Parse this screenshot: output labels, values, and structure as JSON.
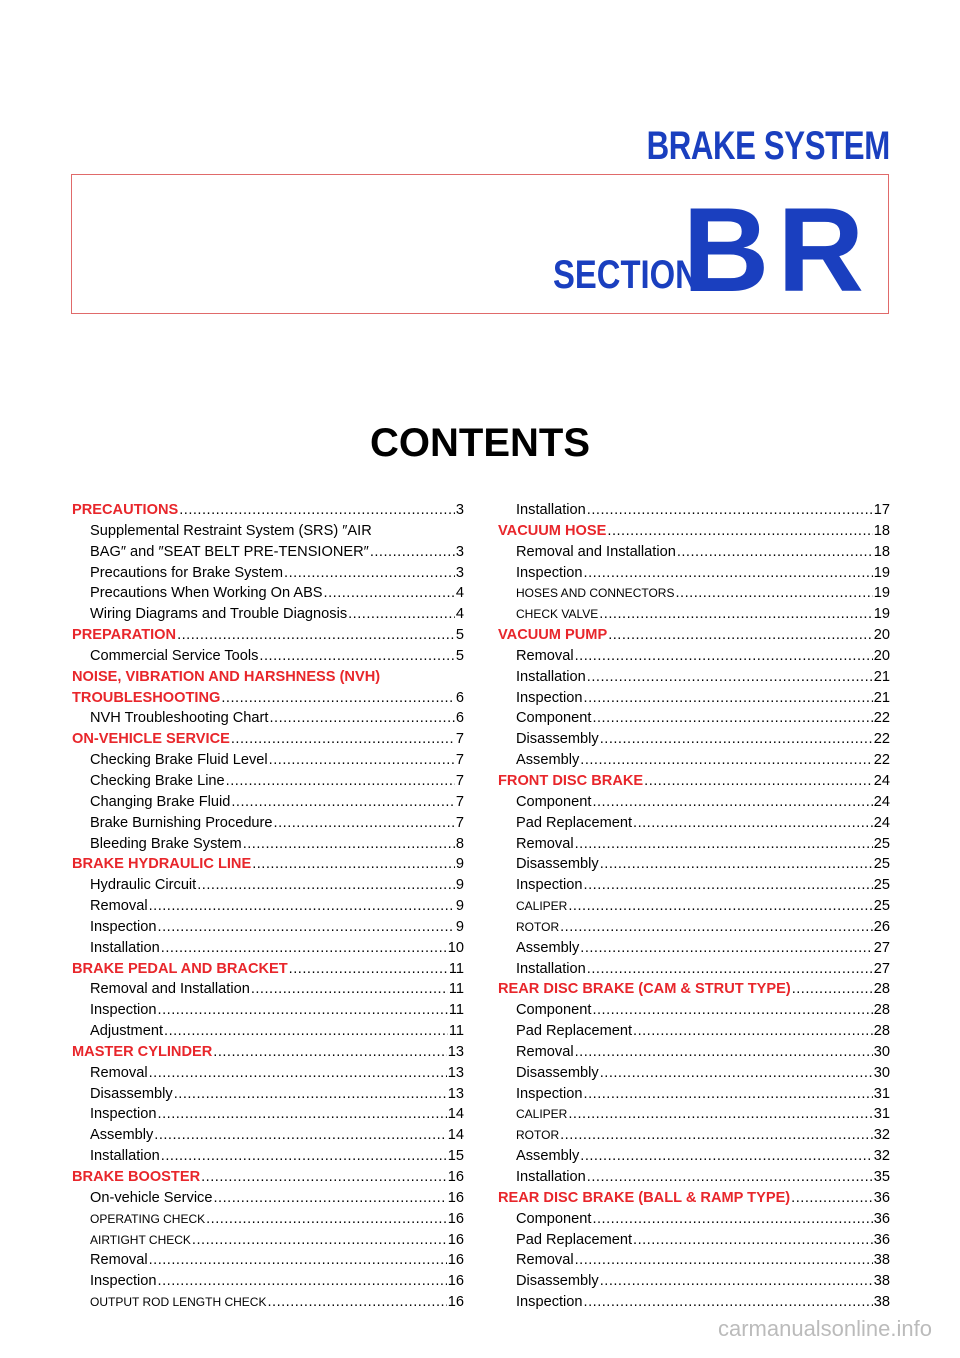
{
  "header": {
    "title": "BRAKE SYSTEM"
  },
  "section": {
    "word": "SECTION",
    "code": "BR"
  },
  "contents_title": "CONTENTS",
  "toc_left": [
    {
      "level": 1,
      "text": "PRECAUTIONS",
      "page": "3"
    },
    {
      "level": 2,
      "text": "Supplemental Restraint System (SRS) ″AIR",
      "page": ""
    },
    {
      "level": 2,
      "text": "BAG″ and ″SEAT BELT PRE-TENSIONER″",
      "page": "3"
    },
    {
      "level": 2,
      "text": "Precautions for Brake System",
      "page": "3"
    },
    {
      "level": 2,
      "text": "Precautions When Working On ABS",
      "page": "4"
    },
    {
      "level": 2,
      "text": "Wiring Diagrams and Trouble Diagnosis",
      "page": "4"
    },
    {
      "level": 1,
      "text": "PREPARATION",
      "page": "5"
    },
    {
      "level": 2,
      "text": "Commercial Service Tools",
      "page": "5"
    },
    {
      "level": 1,
      "text": "NOISE, VIBRATION AND HARSHNESS (NVH)",
      "page": ""
    },
    {
      "level": 1,
      "text": "TROUBLESHOOTING",
      "page": "6"
    },
    {
      "level": 2,
      "text": "NVH Troubleshooting Chart",
      "page": "6"
    },
    {
      "level": 1,
      "text": "ON-VEHICLE SERVICE",
      "page": "7"
    },
    {
      "level": 2,
      "text": "Checking Brake Fluid Level",
      "page": "7"
    },
    {
      "level": 2,
      "text": "Checking Brake Line",
      "page": "7"
    },
    {
      "level": 2,
      "text": "Changing Brake Fluid",
      "page": "7"
    },
    {
      "level": 2,
      "text": "Brake Burnishing Procedure",
      "page": "7"
    },
    {
      "level": 2,
      "text": "Bleeding Brake System",
      "page": "8"
    },
    {
      "level": 1,
      "text": "BRAKE HYDRAULIC LINE",
      "page": "9"
    },
    {
      "level": 2,
      "text": "Hydraulic Circuit",
      "page": "9"
    },
    {
      "level": 2,
      "text": "Removal",
      "page": "9"
    },
    {
      "level": 2,
      "text": "Inspection",
      "page": "9"
    },
    {
      "level": 2,
      "text": "Installation",
      "page": "10"
    },
    {
      "level": 1,
      "text": "BRAKE PEDAL AND BRACKET",
      "page": "11"
    },
    {
      "level": 2,
      "text": "Removal and Installation",
      "page": "11"
    },
    {
      "level": 2,
      "text": "Inspection",
      "page": "11"
    },
    {
      "level": 2,
      "text": "Adjustment",
      "page": "11"
    },
    {
      "level": 1,
      "text": "MASTER CYLINDER",
      "page": "13"
    },
    {
      "level": 2,
      "text": "Removal",
      "page": "13"
    },
    {
      "level": 2,
      "text": "Disassembly",
      "page": "13"
    },
    {
      "level": 2,
      "text": "Inspection",
      "page": "14"
    },
    {
      "level": 2,
      "text": "Assembly",
      "page": "14"
    },
    {
      "level": 2,
      "text": "Installation",
      "page": "15"
    },
    {
      "level": 1,
      "text": "BRAKE BOOSTER",
      "page": "16"
    },
    {
      "level": 2,
      "text": "On-vehicle Service",
      "page": "16"
    },
    {
      "level": 3,
      "text": "OPERATING CHECK",
      "page": "16"
    },
    {
      "level": 3,
      "text": "AIRTIGHT CHECK",
      "page": "16"
    },
    {
      "level": 2,
      "text": "Removal",
      "page": "16"
    },
    {
      "level": 2,
      "text": "Inspection",
      "page": "16"
    },
    {
      "level": 3,
      "text": "OUTPUT ROD LENGTH CHECK",
      "page": "16"
    }
  ],
  "toc_right": [
    {
      "level": 2,
      "text": "Installation",
      "page": "17"
    },
    {
      "level": 1,
      "text": "VACUUM HOSE",
      "page": "18"
    },
    {
      "level": 2,
      "text": "Removal and Installation",
      "page": "18"
    },
    {
      "level": 2,
      "text": "Inspection",
      "page": "19"
    },
    {
      "level": 3,
      "text": "HOSES AND CONNECTORS",
      "page": "19"
    },
    {
      "level": 3,
      "text": "CHECK VALVE",
      "page": "19"
    },
    {
      "level": 1,
      "text": "VACUUM PUMP",
      "page": "20"
    },
    {
      "level": 2,
      "text": "Removal",
      "page": "20"
    },
    {
      "level": 2,
      "text": "Installation",
      "page": "21"
    },
    {
      "level": 2,
      "text": "Inspection",
      "page": "21"
    },
    {
      "level": 2,
      "text": "Component",
      "page": "22"
    },
    {
      "level": 2,
      "text": "Disassembly",
      "page": "22"
    },
    {
      "level": 2,
      "text": "Assembly",
      "page": "22"
    },
    {
      "level": 1,
      "text": "FRONT DISC BRAKE",
      "page": "24"
    },
    {
      "level": 2,
      "text": "Component",
      "page": "24"
    },
    {
      "level": 2,
      "text": "Pad Replacement",
      "page": "24"
    },
    {
      "level": 2,
      "text": "Removal",
      "page": "25"
    },
    {
      "level": 2,
      "text": "Disassembly",
      "page": "25"
    },
    {
      "level": 2,
      "text": "Inspection",
      "page": "25"
    },
    {
      "level": 3,
      "text": "CALIPER",
      "page": "25"
    },
    {
      "level": 3,
      "text": "ROTOR",
      "page": "26"
    },
    {
      "level": 2,
      "text": "Assembly",
      "page": "27"
    },
    {
      "level": 2,
      "text": "Installation",
      "page": "27"
    },
    {
      "level": 1,
      "text": "REAR DISC BRAKE (CAM & STRUT TYPE)",
      "page": "28"
    },
    {
      "level": 2,
      "text": "Component",
      "page": "28"
    },
    {
      "level": 2,
      "text": "Pad Replacement",
      "page": "28"
    },
    {
      "level": 2,
      "text": "Removal",
      "page": "30"
    },
    {
      "level": 2,
      "text": "Disassembly",
      "page": "30"
    },
    {
      "level": 2,
      "text": "Inspection",
      "page": "31"
    },
    {
      "level": 3,
      "text": "CALIPER",
      "page": "31"
    },
    {
      "level": 3,
      "text": "ROTOR",
      "page": "32"
    },
    {
      "level": 2,
      "text": "Assembly",
      "page": "32"
    },
    {
      "level": 2,
      "text": "Installation",
      "page": "35"
    },
    {
      "level": 1,
      "text": "REAR DISC BRAKE (BALL & RAMP TYPE)",
      "page": "36"
    },
    {
      "level": 2,
      "text": "Component",
      "page": "36"
    },
    {
      "level": 2,
      "text": "Pad Replacement",
      "page": "36"
    },
    {
      "level": 2,
      "text": "Removal",
      "page": "38"
    },
    {
      "level": 2,
      "text": "Disassembly",
      "page": "38"
    },
    {
      "level": 2,
      "text": "Inspection",
      "page": "38"
    }
  ],
  "watermark": "carmanualsonline.info",
  "colors": {
    "title_blue": "#1a3fbf",
    "heading_red": "#e8262b",
    "box_border": "#e06a6a"
  }
}
